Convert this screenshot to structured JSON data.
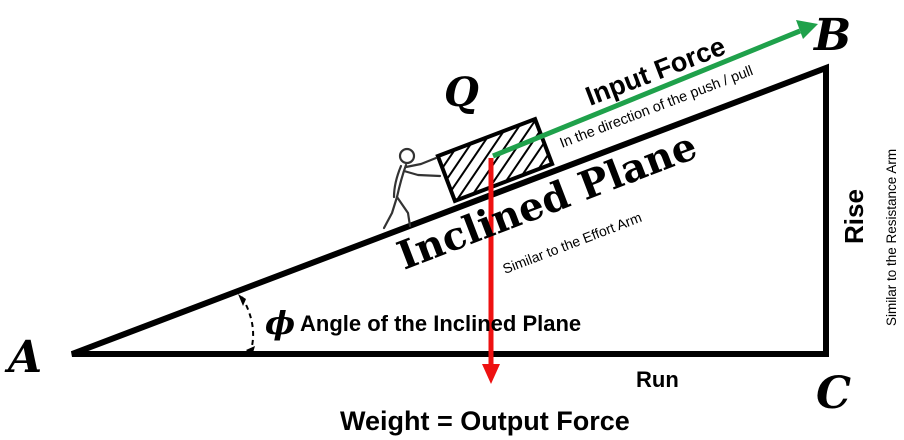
{
  "vertices": {
    "a": "A",
    "b": "B",
    "c": "C",
    "q": "Q"
  },
  "labels": {
    "input_force": "Input Force",
    "input_force_note": "In the direction of the push / pull",
    "inclined_plane": "Inclined Plane",
    "inclined_plane_note": "Similar to the Effort Arm",
    "angle_symbol": "ϕ",
    "angle_text": "Angle of the Inclined Plane",
    "rise": "Rise",
    "rise_note": "Similar to the Resistance Arm",
    "run": "Run",
    "weight": "Weight = Output Force"
  },
  "colors": {
    "plane": "#000000",
    "input_force_arrow": "#1fa14b",
    "weight_arrow": "#ee1111"
  },
  "icons": [
    "person-pushing-icon",
    "hatched-block-icon"
  ]
}
